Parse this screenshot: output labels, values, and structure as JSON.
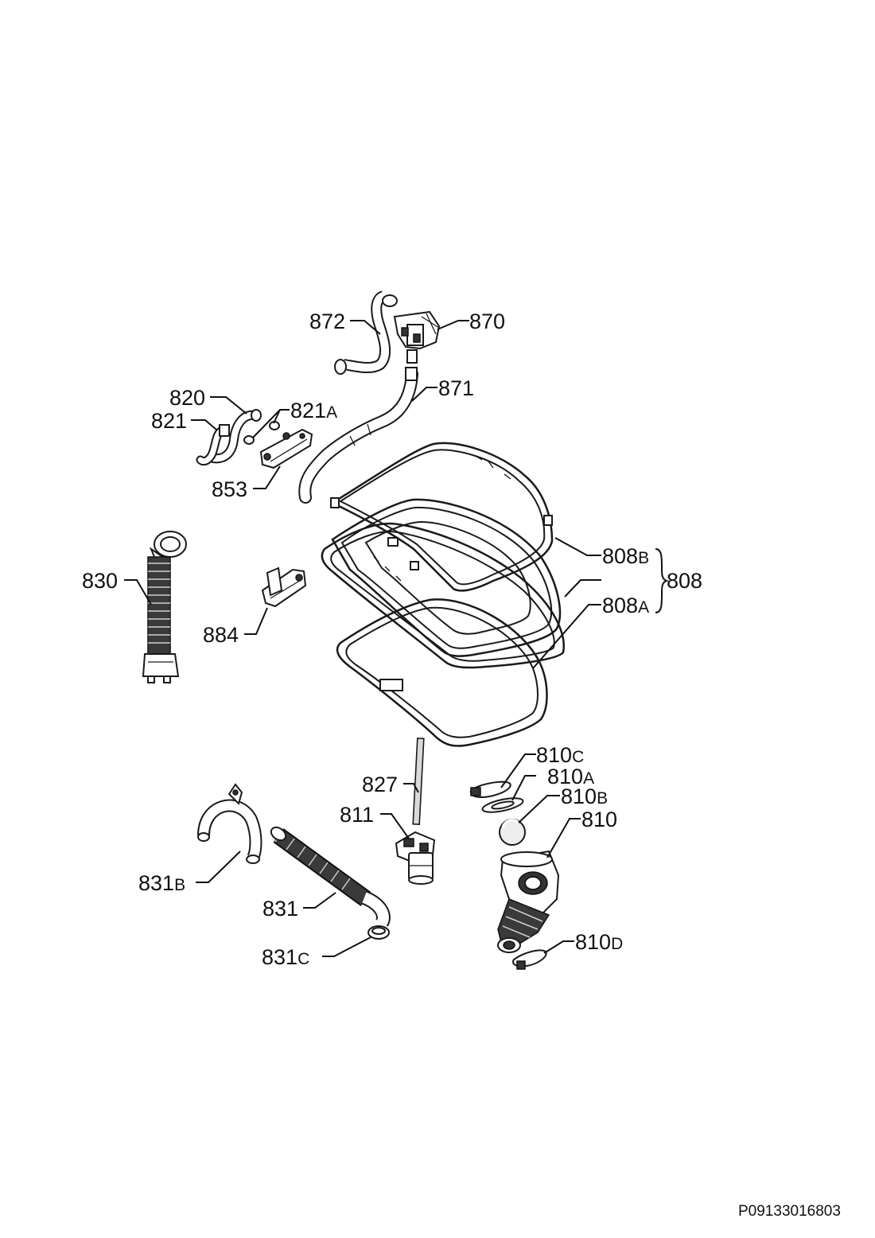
{
  "drawing_code": "P09133016803",
  "parts": {
    "p872": "872",
    "p870": "870",
    "p871": "871",
    "p820": "820",
    "p821": "821",
    "p821A": "821",
    "p821A_suffix": "A",
    "p853": "853",
    "p830": "830",
    "p884": "884",
    "p808B": "808",
    "p808B_suffix": "B",
    "p808": "808",
    "p808A": "808",
    "p808A_suffix": "A",
    "p810C": "810",
    "p810C_suffix": "C",
    "p810A": "810",
    "p810A_suffix": "A",
    "p810B": "810",
    "p810B_suffix": "B",
    "p810": "810",
    "p827": "827",
    "p811": "811",
    "p831B": "831",
    "p831B_suffix": "B",
    "p831": "831",
    "p831C": "831",
    "p831C_suffix": "C",
    "p810D": "810",
    "p810D_suffix": "D"
  }
}
